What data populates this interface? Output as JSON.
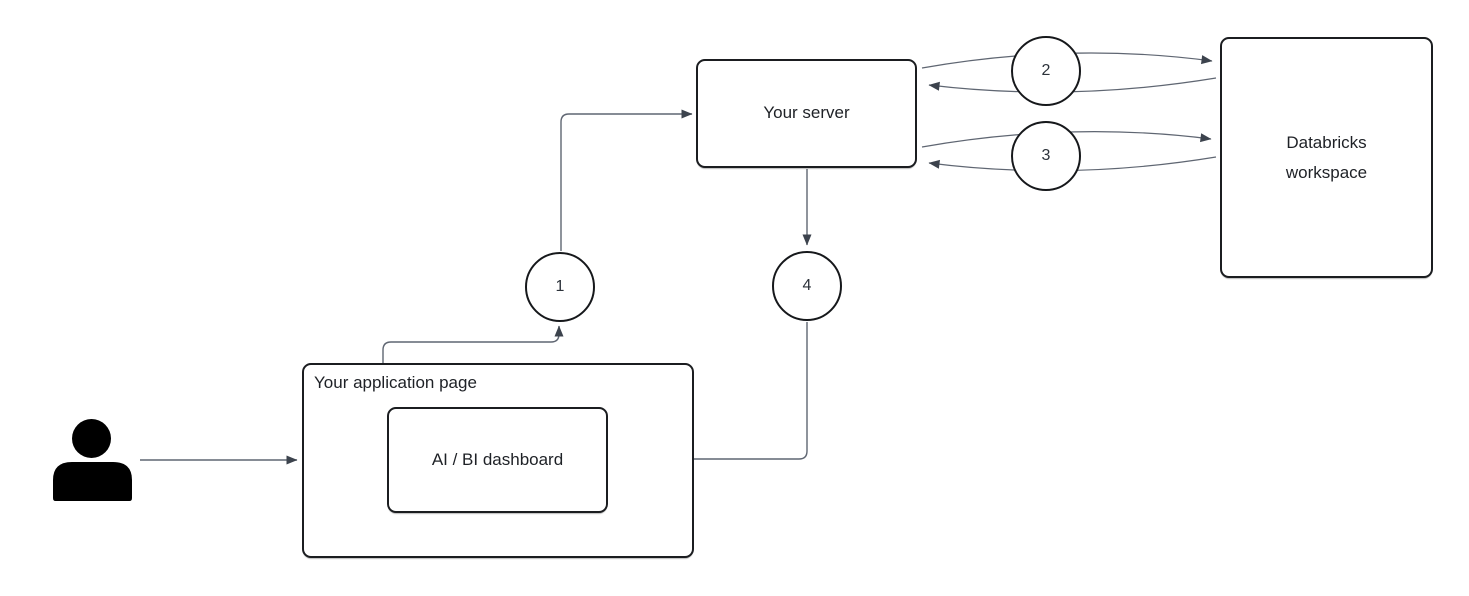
{
  "diagram": {
    "nodes": {
      "application_page": {
        "label": "Your application page"
      },
      "dashboard": {
        "label": "AI / BI dashboard"
      },
      "server": {
        "label": "Your server"
      },
      "databricks": {
        "label": "Databricks workspace"
      }
    },
    "steps": [
      {
        "number": "1"
      },
      {
        "number": "2"
      },
      {
        "number": "3"
      },
      {
        "number": "4"
      }
    ],
    "icons": {
      "user": "user-silhouette-icon"
    },
    "colors": {
      "background": "#ffffff",
      "box_border": "#1b1d20",
      "connector": "#5f6672",
      "arrowhead": "#3c434d",
      "text": "#1e2126",
      "user_icon": "#000000"
    }
  }
}
